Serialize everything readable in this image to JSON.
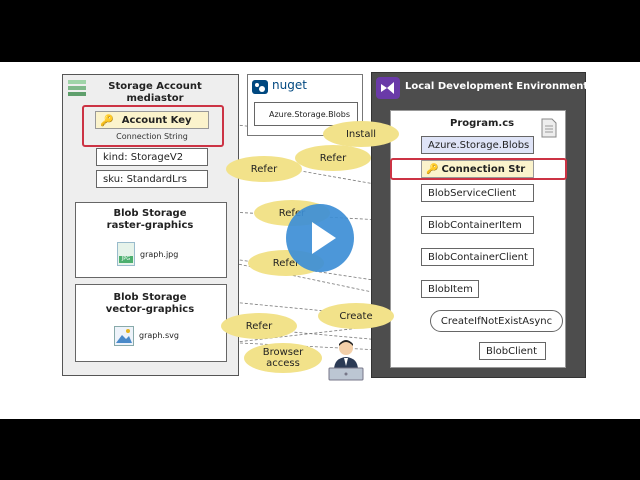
{
  "storage_account": {
    "title_line1": "Storage Account",
    "title_line2": "mediastor",
    "account_key": "Account Key",
    "connection_string": "Connection String",
    "kind": "kind: StorageV2",
    "sku": "sku: StandardLrs"
  },
  "raster": {
    "title_line1": "Blob Storage",
    "title_line2": "raster-graphics",
    "file": "graph.jpg",
    "badge": "JPG"
  },
  "vector": {
    "title_line1": "Blob Storage",
    "title_line2": "vector-graphics",
    "file": "graph.svg"
  },
  "nuget": {
    "logo_text": "nuget",
    "package": "Azure.Storage.Blobs"
  },
  "local": {
    "title": "Local Development Environment",
    "program_title": "Program.cs",
    "azure_blobs": "Azure.Storage.Blobs",
    "connection_str": "Connection Str",
    "blob_service_client": "BlobServiceClient",
    "blob_container_item": "BlobContainerItem",
    "blob_container_client": "BlobContainerClient",
    "blob_item": "BlobItem",
    "create_if_not_exist": "CreateIfNotExistAsync",
    "blob_client": "BlobClient"
  },
  "bubbles": {
    "install": "Install",
    "refer1": "Refer",
    "refer2": "Refer",
    "refer3": "Refer",
    "refer4": "Refer",
    "refer5": "Refer",
    "create": "Create",
    "browser_line1": "Browser",
    "browser_line2": "access"
  },
  "colors": {
    "highlight": "#cc3344",
    "bubble": "#f2e28a",
    "play": "#3d8fd6",
    "vs_purple": "#6a3aa8"
  }
}
